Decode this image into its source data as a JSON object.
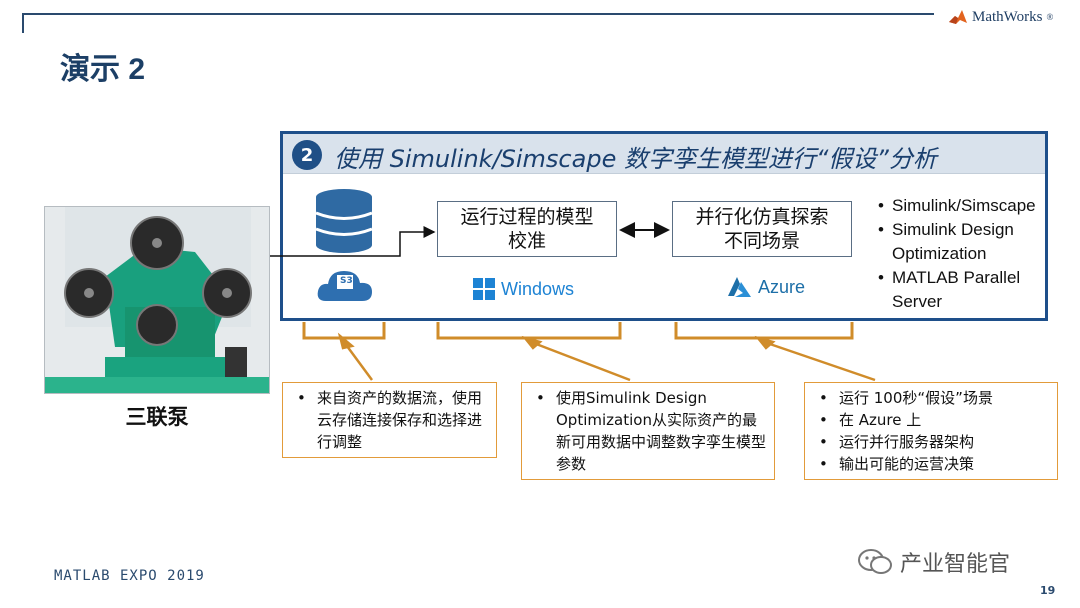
{
  "header": {
    "brand": "MathWorks",
    "brand_mark": "®",
    "title": "演示 2"
  },
  "photo": {
    "caption": "三联泵",
    "icon": "compressor-pump-photo"
  },
  "panel": {
    "step_number": "2",
    "title": "使用 Simulink/Simscape 数字孪生模型进行“假设”分析",
    "boxes": [
      {
        "line1": "运行过程的模型",
        "line2": "校准"
      },
      {
        "line1": "并行化仿真探索",
        "line2": "不同场景"
      }
    ],
    "storage": {
      "icon": "database-icon",
      "cloud_label": "S3",
      "cloud_icon": "cloud-storage-icon"
    },
    "platforms": [
      {
        "label": "Windows",
        "icon": "windows-logo-icon",
        "color": "#1d83d4"
      },
      {
        "label": "Azure",
        "icon": "azure-logo-icon",
        "color": "#1d6fa8"
      }
    ],
    "tools": [
      "Simulink/Simscape",
      "Simulink Design Optimization",
      "MATLAB Parallel Server"
    ]
  },
  "notes": [
    {
      "items": [
        "来自资产的数据流，使用云存储连接保存和选择进行调整"
      ]
    },
    {
      "items": [
        "使用Simulink Design Optimization从实际资产的最新可用数据中调整数字孪生模型参数"
      ]
    },
    {
      "items": [
        "运行 100秒“假设”场景",
        "在 Azure 上",
        "运行并行服务器架构",
        "输出可能的运营决策"
      ]
    }
  ],
  "footer": {
    "event": "MATLAB EXPO 2019",
    "watermark": "产业智能官",
    "page": "19"
  },
  "colors": {
    "accent_blue": "#1e4f8a",
    "header_band": "#d9e2ec",
    "bracket_orange": "#d08c2a",
    "title_navy": "#1c3f66"
  }
}
